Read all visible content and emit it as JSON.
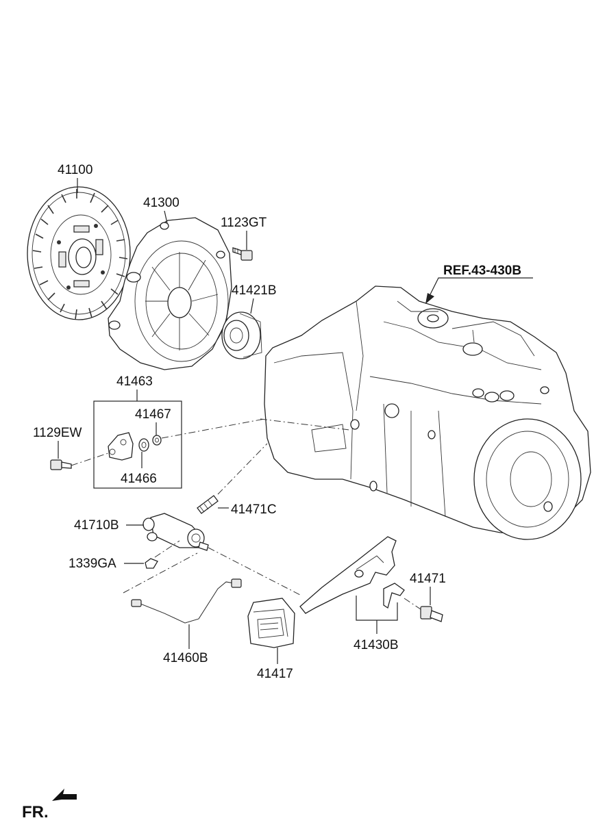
{
  "labels": {
    "clutch_disc": "41100",
    "clutch_cover": "41300",
    "cover_bolt": "1123GT",
    "release_bearing": "41421B",
    "ref_transaxle": "REF.43-430B",
    "bracket_kit": "41463",
    "bracket_bolt": "1129EW",
    "bushing_a": "41467",
    "bushing_b": "41466",
    "bleeder_screw": "41471C",
    "release_cylinder": "41710B",
    "clip_nut": "1339GA",
    "clutch_tube": "41460B",
    "dust_boot": "41417",
    "release_fork": "41430B",
    "pivot_bolt": "41471",
    "front_arrow": "FR."
  }
}
